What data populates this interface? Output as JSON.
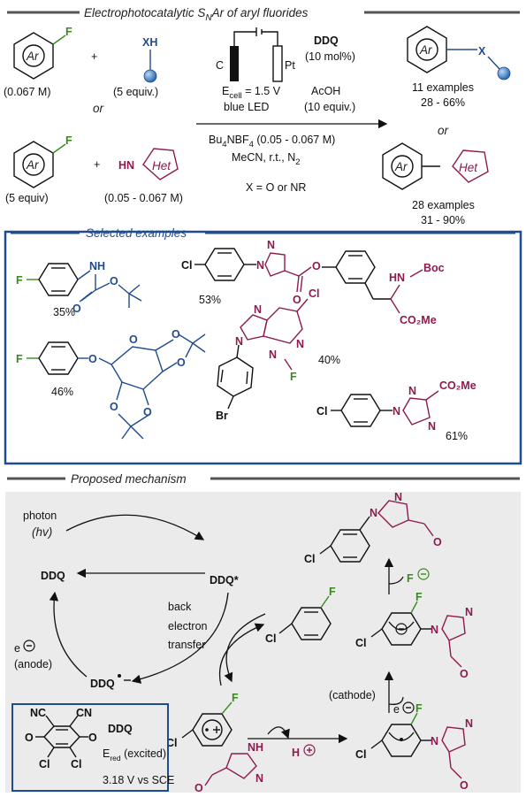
{
  "title": "Electrophotocatalytic SNAr of aryl fluorides",
  "title_parts": {
    "pre": "Electrophotocatalytic S",
    "sub": "N",
    "post": "Ar of aryl fluorides"
  },
  "reaction": {
    "ar": "Ar",
    "f": "F",
    "xh": "XH",
    "het": "Het",
    "hn": "HN",
    "x": "X",
    "conc1": "(0.067 M)",
    "equiv1": "(5 equiv.)",
    "or": "or",
    "plus": "+",
    "conc2": "(5 equiv)",
    "equiv2": "(0.05 - 0.067 M)",
    "electrode_c": "C",
    "electrode_pt": "Pt",
    "ecell_pre": "E",
    "ecell_sub": "cell",
    "ecell_post": " = 1.5 V",
    "light": "blue LED",
    "ddq": "DDQ",
    "ddq_load": "(10 mol%)",
    "acid": "AcOH",
    "acid_load": "(10 equiv.)",
    "salt_pre": "Bu",
    "salt_sub1": "4",
    "salt_mid": "NBF",
    "salt_sub2": "4",
    "salt_post": " (0.05 - 0.067 M)",
    "solvent_pre": "MeCN, r.t., N",
    "solvent_sub": "2",
    "x_def": "X = O or NR",
    "result1_count": "11 examples",
    "result1_yield": "28 - 66%",
    "result2_count": "28 examples",
    "result2_yield": "31 - 90%"
  },
  "examples": {
    "header": "Selected examples",
    "atoms": {
      "f": "F",
      "cl": "Cl",
      "br": "Br",
      "nh": "NH",
      "hn": "HN",
      "o": "O",
      "n": "N",
      "boc": "Boc",
      "co2me": "CO₂Me"
    },
    "yields": [
      "35%",
      "53%",
      "46%",
      "40%",
      "61%"
    ]
  },
  "mechanism": {
    "header": "Proposed mechanism",
    "photon": "photon",
    "hv": "(hv)",
    "ddq": "DDQ",
    "ddq_star": "DDQ*",
    "ddq_rad": "DDQ",
    "back": "back",
    "electron": "electron",
    "transfer": "transfer",
    "e": "e",
    "anode": "(anode)",
    "cathode": "(cathode)",
    "f_anion": "F",
    "h_plus": "H",
    "nh": "NH",
    "cl": "Cl",
    "f": "F",
    "n": "N",
    "o": "O",
    "box_title": "DDQ",
    "box_nc": "NC",
    "box_cn": "CN",
    "box_o": "O",
    "box_cl": "Cl",
    "box_e_pre": "E",
    "box_e_sub": "red",
    "box_e_post": " (excited)",
    "box_potential": "3.18 V vs SCE"
  }
}
